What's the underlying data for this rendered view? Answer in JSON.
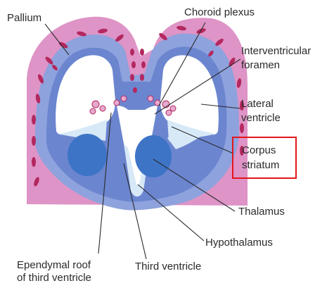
{
  "labels": {
    "pallium": "Pallium",
    "choroid_plexus": "Choroid plexus",
    "interventricular_foramen_1": "Interventricular",
    "interventricular_foramen_2": "foramen",
    "lateral_ventricle_1": "Lateral",
    "lateral_ventricle_2": "ventricle",
    "corpus_striatum_1": "Corpus",
    "corpus_striatum_2": "striatum",
    "thalamus": "Thalamus",
    "hypothalamus": "Hypothalamus",
    "ependymal_roof_1": "Ependymal roof",
    "ependymal_roof_2": "of third ventricle",
    "third_ventricle": "Third ventricle"
  },
  "highlight": {
    "target": "corpus-striatum",
    "color": "#e4161b"
  },
  "colors": {
    "pia": "#de94c6",
    "pia_dark_spots": "#b3285f",
    "brain_wall": "#8ea2dd",
    "brain_wall_dark": "#5b75c8",
    "ventricle": "#ffffff",
    "ventricle_light": "#d7e9f7",
    "nucleus": "#3d74c6",
    "leader_line": "#2a2a2a"
  }
}
